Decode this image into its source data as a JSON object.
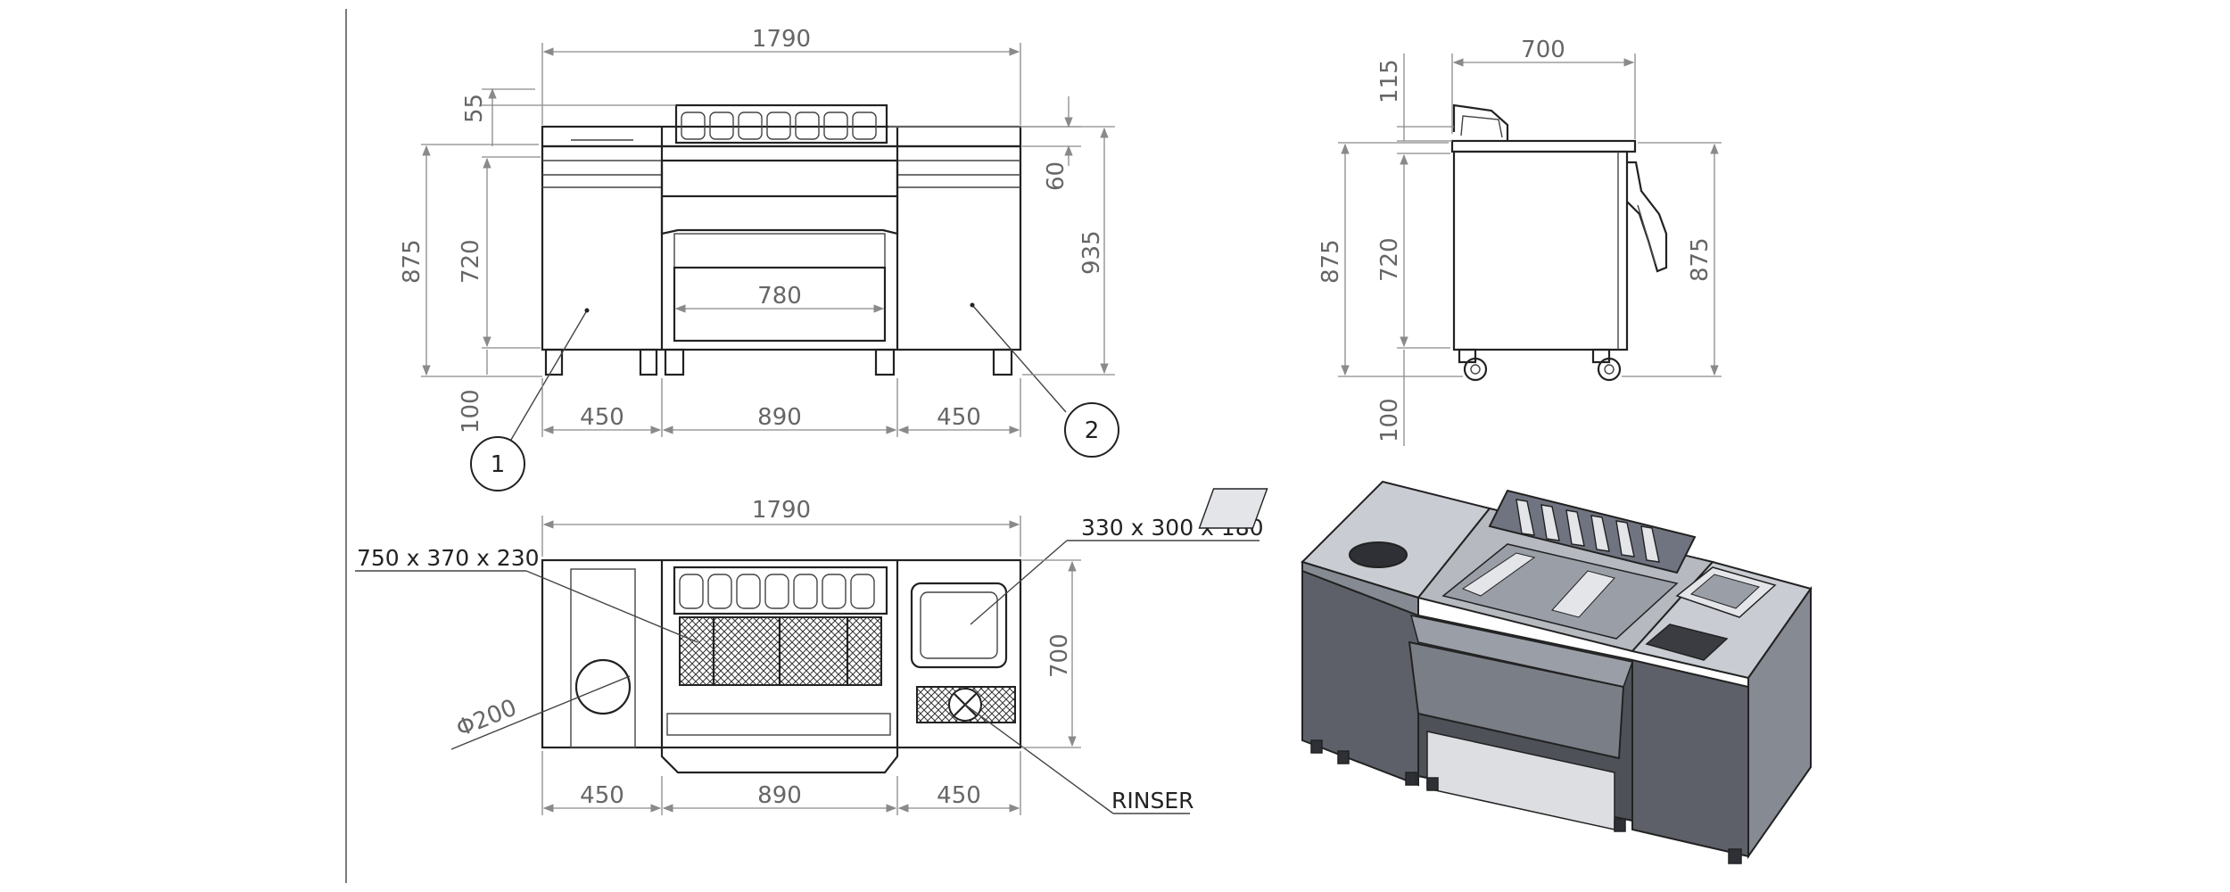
{
  "front_view": {
    "overall_width": "1790",
    "top_offset": "55",
    "total_height": "875",
    "body_height": "720",
    "leg_height": "100",
    "worktop": "60",
    "max_height": "935",
    "inner_width": "780",
    "left_module": "450",
    "center_module": "890",
    "right_module": "450",
    "balloon_1": "1",
    "balloon_2": "2"
  },
  "side_view": {
    "depth": "700",
    "top_offset": "115",
    "total_height_left": "875",
    "body_height": "720",
    "leg_height": "100",
    "total_height_right": "875"
  },
  "top_view": {
    "overall_width": "1790",
    "ice_bin_label": "750 x 370 x 230",
    "sink_label": "330 x 300 x 180",
    "hole_diameter": "Φ200",
    "depth": "700",
    "rinser_label": "RINSER",
    "left_module": "450",
    "center_module": "890",
    "right_module": "450"
  },
  "colors": {
    "line": "#222222",
    "dimension": "#8a8a8a",
    "body_dark": "#5d6068",
    "body_mid": "#868a93",
    "body_light": "#c9ccd2"
  }
}
